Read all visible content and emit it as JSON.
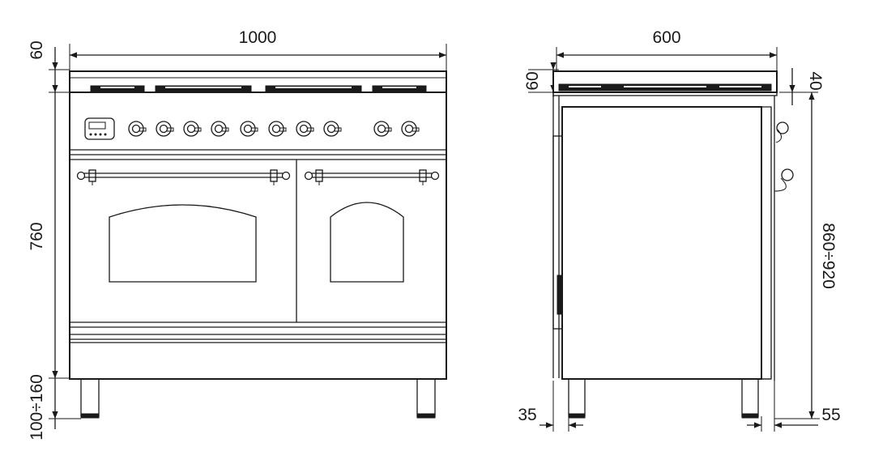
{
  "front_view": {
    "dim_width": "1000",
    "dim_top": "60",
    "dim_body": "760",
    "dim_legs": "100÷160"
  },
  "side_view": {
    "dim_depth": "600",
    "dim_top": "60",
    "dim_lid": "40",
    "dim_total_height": "860÷920",
    "dim_front_offset": "35",
    "dim_back_offset": "55"
  }
}
